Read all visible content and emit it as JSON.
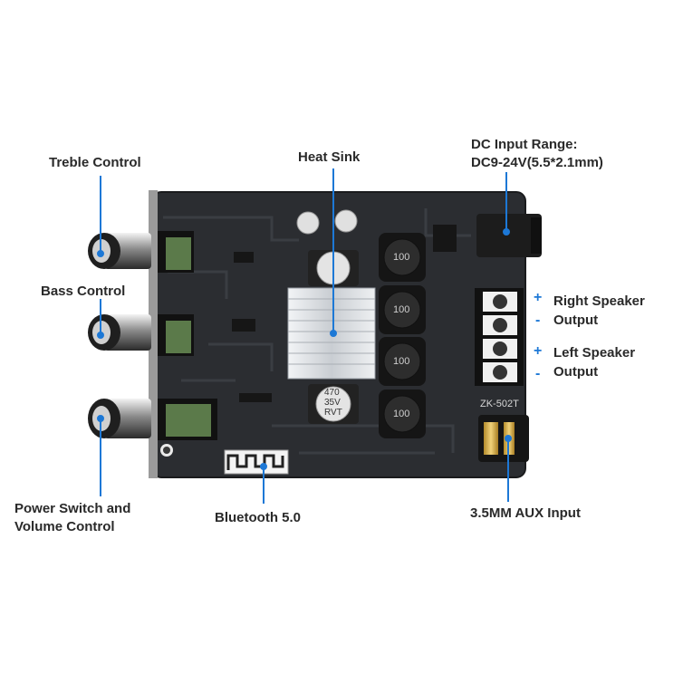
{
  "labels": {
    "treble": "Treble Control",
    "bass": "Bass Control",
    "power_line1": "Power Switch and",
    "power_line2": "Volume Control",
    "heat_sink": "Heat Sink",
    "dc_line1": "DC Input Range:",
    "dc_line2": "DC9-24V(5.5*2.1mm)",
    "right_line1": "Right Speaker",
    "right_line2": "Output",
    "left_line1": "Left Speaker",
    "left_line2": "Output",
    "bluetooth": "Bluetooth 5.0",
    "aux": "3.5MM AUX Input"
  },
  "polarity": {
    "plus": "+",
    "minus": "-"
  },
  "board": {
    "model": "ZK-502T",
    "inductor_value": "100",
    "cap_lines": [
      "470",
      "35V",
      "RVT"
    ]
  },
  "colors": {
    "accent": "#1d78d6",
    "pcb": "#2b2d31",
    "heatsink": "#d9dde3"
  }
}
